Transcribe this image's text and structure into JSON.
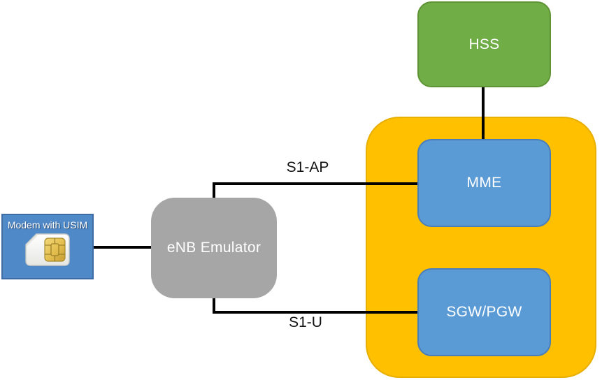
{
  "diagram": {
    "nodes": {
      "modem": {
        "label": "Modem with USIM"
      },
      "enb": {
        "label": "eNB Emulator"
      },
      "hss": {
        "label": "HSS"
      },
      "mme": {
        "label": "MME"
      },
      "sgw": {
        "label": "SGW/PGW"
      }
    },
    "links": {
      "s1ap": "S1-AP",
      "s1u": "S1-U"
    }
  },
  "icons": {
    "sim_card": "sim-card-with-gold-chip"
  },
  "colors": {
    "node-blue": "#5B9BD5",
    "node-blue-border": "#4A7EBB",
    "node-green": "#70AD47",
    "node-green-border": "#5E9434",
    "node-gray": "#A6A6A6",
    "epc-orange": "#FFC000",
    "epc-orange-border": "#E8AE00",
    "modem-blue": "#5089C8",
    "modem-blue-border": "#3E6DA6",
    "sim-gold": "#D9B24A",
    "connector-black": "#000000"
  }
}
